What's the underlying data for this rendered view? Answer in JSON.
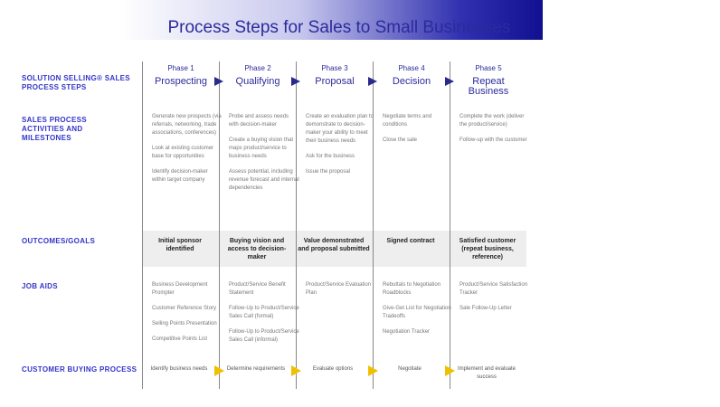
{
  "title": "Process Steps for Sales to Small Businesses",
  "row_labels": {
    "steps": "SOLUTION SELLING® SALES PROCESS STEPS",
    "activities": "SALES PROCESS ACTIVITIES AND MILESTONES",
    "outcomes": "OUTCOMES/GOALS",
    "job_aids": "JOB AIDS",
    "buying": "CUSTOMER BUYING PROCESS"
  },
  "phases": [
    {
      "phase": "Phase 1",
      "name": "Prospecting",
      "activities": [
        "Generate new prospects (via referrals, networking, trade associations, conferences)",
        "Look at existing customer base for opportunities",
        "Identify decision-maker within target company"
      ],
      "outcome": "Initial sponsor identified",
      "job_aids": [
        "Business Development Prompter",
        "Customer Reference Story",
        "Selling Points Presentation",
        "Competitive Points List"
      ],
      "buying": "Identify business needs"
    },
    {
      "phase": "Phase 2",
      "name": "Qualifying",
      "activities": [
        "Probe and assess needs with decision-maker",
        "Create a buying vision that maps product/service to business needs",
        "Assess potential, including revenue forecast and internal dependencies"
      ],
      "outcome": "Buying vision and access to decision-maker",
      "job_aids": [
        "Product/Service Benefit Statement",
        "Follow-Up to Product/Service Sales Call (formal)",
        "Follow-Up to Product/Service Sales Call (informal)"
      ],
      "buying": "Determine requirements"
    },
    {
      "phase": "Phase 3",
      "name": "Proposal",
      "activities": [
        "Create an evaluation plan to demonstrate to decision-maker your ability to meet their business needs",
        "Ask for the business",
        "Issue the proposal"
      ],
      "outcome": "Value demonstrated and proposal submitted",
      "job_aids": [
        "Product/Service Evaluation Plan"
      ],
      "buying": "Evaluate options"
    },
    {
      "phase": "Phase 4",
      "name": "Decision",
      "activities": [
        "Negotiate terms and conditions",
        "Close the sale"
      ],
      "outcome": "Signed contract",
      "job_aids": [
        "Rebuttals to Negotiation Roadblocks",
        "Give-Get List for Negotiation Tradeoffs",
        "Negotiation Tracker"
      ],
      "buying": "Negotiate"
    },
    {
      "phase": "Phase 5",
      "name": "Repeat Business",
      "activities": [
        "Complete the work (deliver the product/service)",
        "Follow-up with the customer"
      ],
      "outcome": "Satisfied customer (repeat business, reference)",
      "job_aids": [
        "Product/Service Satisfaction Tracker",
        "Sale Follow-Up Letter"
      ],
      "buying": "Implement and evaluate success"
    }
  ],
  "colors": {
    "title": "#2b2b9c",
    "phase_arrow": "#2a2a8a",
    "buying_arrow": "#f0c000",
    "band": "#eeeeee"
  }
}
